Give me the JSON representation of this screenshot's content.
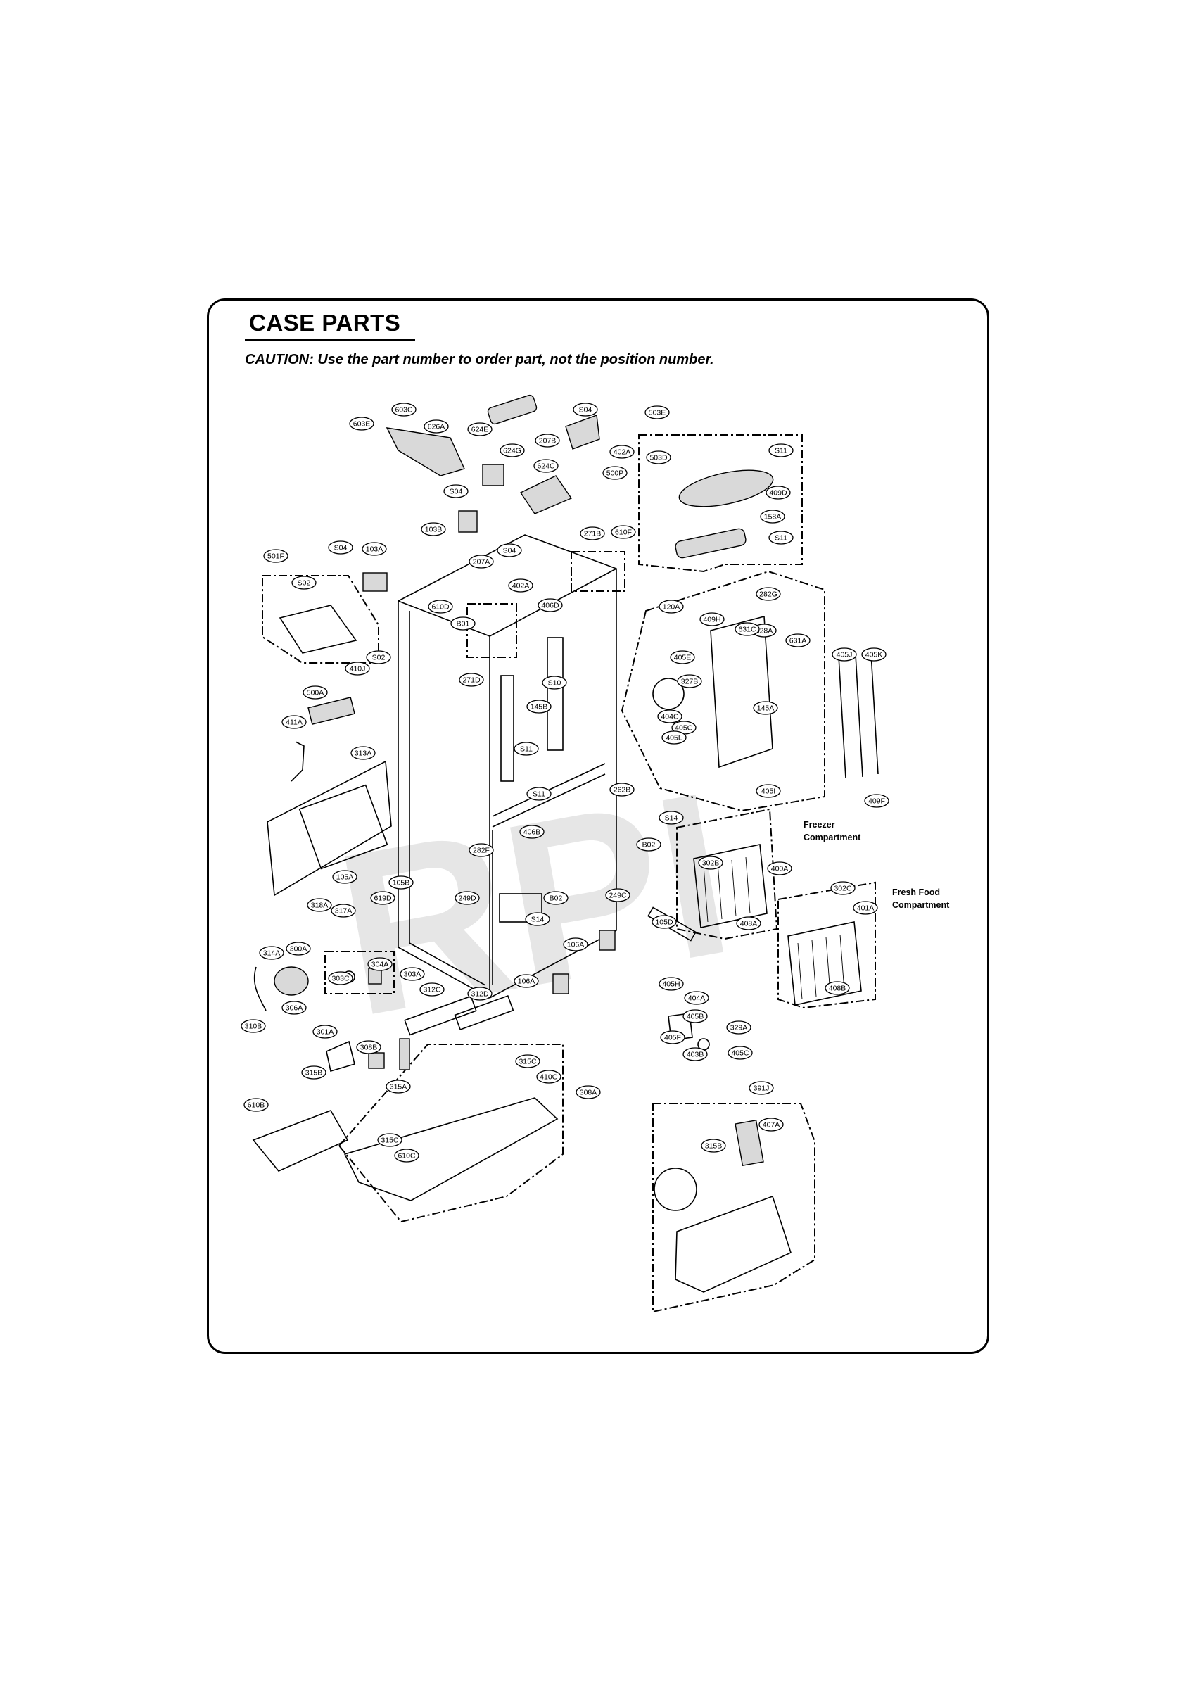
{
  "title": "CASE PARTS",
  "caution": "CAUTION: Use the part number to order part, not the position number.",
  "watermark": "RPI",
  "group_labels": {
    "freezer": [
      "Freezer",
      "Compartment"
    ],
    "fresh_food": [
      "Fresh Food",
      "Compartment"
    ]
  },
  "callouts": [
    "603C",
    "603E",
    "626A",
    "624E",
    "S04",
    "207B",
    "402A",
    "503E",
    "624G",
    "624C",
    "500P",
    "503D",
    "S11",
    "409D",
    "158A",
    "S11",
    "S04",
    "610F",
    "103B",
    "271B",
    "S04",
    "103A",
    "S04",
    "207A",
    "402A",
    "501F",
    "S02",
    "610D",
    "B01",
    "406D",
    "282G",
    "120A",
    "409H",
    "628A",
    "631C",
    "631A",
    "405J",
    "405K",
    "S02",
    "410J",
    "271D",
    "S10",
    "405E",
    "327B",
    "500A",
    "145B",
    "404C",
    "405G",
    "405L",
    "145A",
    "411A",
    "S11",
    "313A",
    "S11",
    "262B",
    "405I",
    "S14",
    "409F",
    "406B",
    "B02",
    "282F",
    "302B",
    "400A",
    "105A",
    "105B",
    "249D",
    "B02",
    "249C",
    "318A",
    "619D",
    "317A",
    "S14",
    "105D",
    "302C",
    "401A",
    "314A",
    "300A",
    "106A",
    "304A",
    "303C",
    "303A",
    "312C",
    "312D",
    "106A",
    "408A",
    "306A",
    "310B",
    "408B",
    "405H",
    "404A",
    "405B",
    "329A",
    "405F",
    "405C",
    "403B",
    "301A",
    "308B",
    "315B",
    "315C",
    "410G",
    "315A",
    "308A",
    "610B",
    "391J",
    "407A",
    "315B",
    "315C",
    "610C"
  ]
}
